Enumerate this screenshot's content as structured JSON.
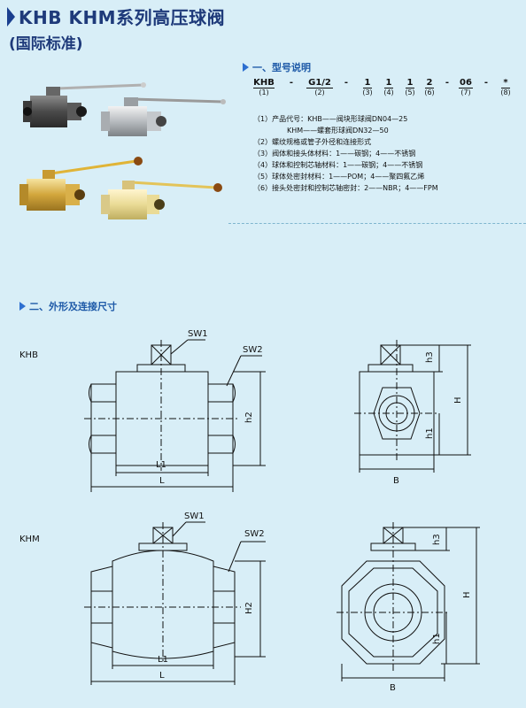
{
  "header": {
    "title": "KHB KHM系列高压球阀",
    "subtitle": "(国际标准)"
  },
  "section1": {
    "title": "一、型号说明"
  },
  "model": {
    "codes": [
      "KHB",
      "-",
      "G1/2",
      "-",
      "1",
      "1",
      "1",
      "2",
      "-",
      "06",
      "-",
      "*"
    ],
    "numbers": [
      "(1)",
      "(2)",
      "(3)",
      "(4)",
      "(5)",
      "(6)",
      "(7)",
      "(8)"
    ]
  },
  "descriptions": [
    "（1）产品代号：KHB——阀块形球阀DN04—25",
    "KHM——螺套形球阀DN32—50",
    "（2）螺纹规格或管子外径和连接形式",
    "（3）阀体和接头体材料：1——碳钢；4——不锈钢",
    "（4）球体和控制芯轴材料：1——碳钢；4——不锈钢",
    "（5）球体处密封材料：1——POM；4——聚四氟乙烯",
    "（6）接头处密封和控制芯轴密封：2——NBR；4——FPM"
  ],
  "section2": {
    "title": "二、外形及连接尺寸"
  },
  "drawings": {
    "khb_label": "KHB",
    "khm_label": "KHM",
    "sw1": "SW1",
    "sw2": "SW2",
    "h2": "h2",
    "H2": "H2",
    "L1": "L1",
    "L": "L",
    "h1": "h1",
    "h3": "h3",
    "H": "H",
    "B": "B"
  },
  "colors": {
    "background": "#d8eef7",
    "title": "#1e3a7a",
    "section": "#1e5aa8"
  }
}
